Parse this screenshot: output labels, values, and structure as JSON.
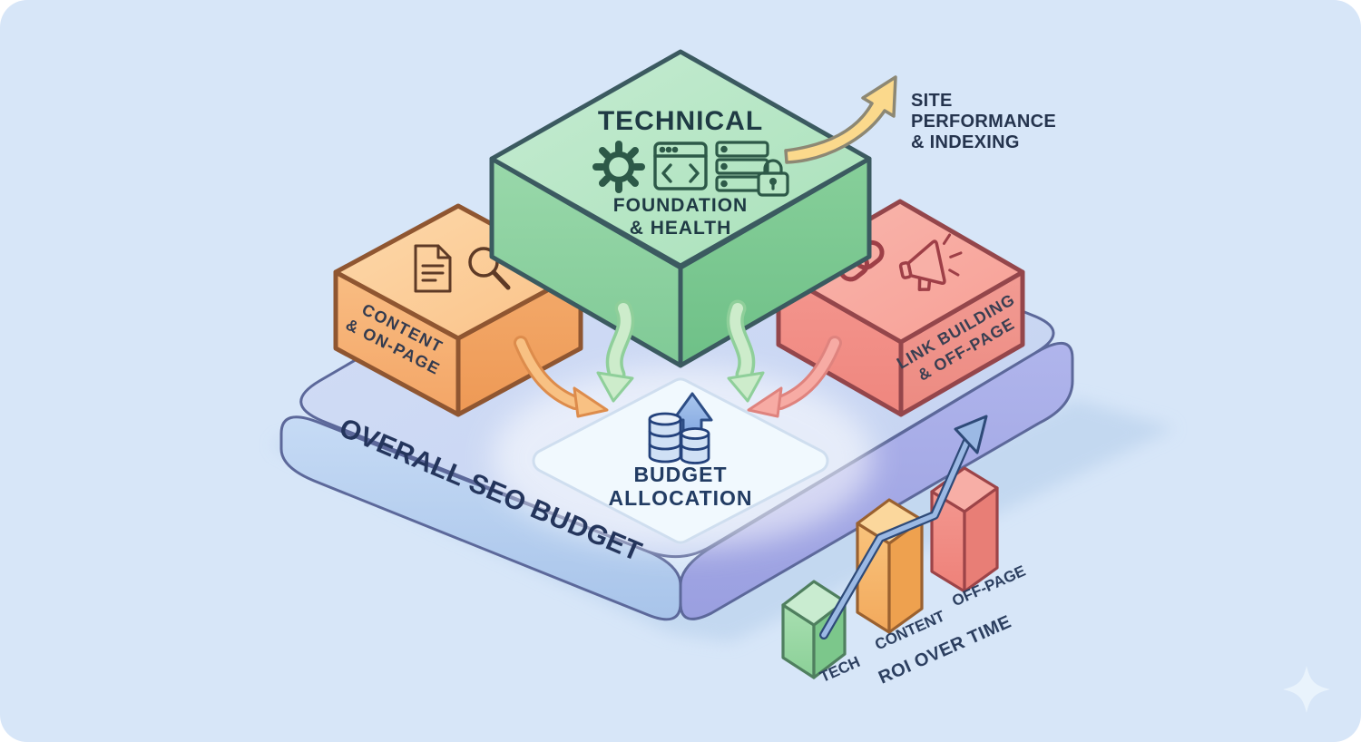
{
  "scene": {
    "background_color": "#d7e6f8",
    "text_navy": "#25355a"
  },
  "technical_box": {
    "title": "TECHNICAL",
    "subtitle1": "FOUNDATION",
    "subtitle2": "& HEALTH",
    "icons": [
      "gear-icon",
      "code-browser-icon",
      "server-lock-icon"
    ],
    "color_top": "#b8e6c5",
    "color_left": "#8fd3a3",
    "color_right": "#7ac78f"
  },
  "content_box": {
    "label1": "CONTENT",
    "label2": "& ON-PAGE",
    "icons": [
      "document-icon",
      "magnifier-icon"
    ],
    "color_top": "#fbd3a0",
    "color_left": "#f8bb7f",
    "color_right": "#f1a664"
  },
  "link_box": {
    "label1": "LINK BUILDING",
    "label2": "& OFF-PAGE",
    "icons": [
      "chain-link-icon",
      "megaphone-icon"
    ],
    "color_top": "#f8b0a7",
    "color_left": "#f3938b",
    "color_right": "#f0978f"
  },
  "platform": {
    "label": "OVERALL SEO BUDGET",
    "color_top": "#ccd9f4",
    "color_left": "#b5cff0",
    "color_right": "#a5aae7"
  },
  "allocation": {
    "label1": "BUDGET",
    "label2": "ALLOCATION",
    "icon": "coins-icon",
    "arrow_icon": "up-arrow-icon",
    "arrow_color": "#7ba1dc"
  },
  "outcome": {
    "label1": "SITE",
    "label2": "PERFORMANCE",
    "label3": "& INDEXING",
    "arrow_icon": "curved-up-arrow-icon",
    "arrow_color": "#fbd98c"
  },
  "roi_chart": {
    "title": "ROI OVER TIME",
    "type": "bar",
    "trend": "rising",
    "trend_arrow_color": "#9bb9e4",
    "bars": [
      {
        "label": "TECH",
        "color": "#9bd8a5",
        "relative_height": 1.0
      },
      {
        "label": "CONTENT",
        "color": "#f7bb72",
        "relative_height": 1.7
      },
      {
        "label": "OFF-PAGE",
        "color": "#f19189",
        "relative_height": 1.5
      }
    ]
  }
}
